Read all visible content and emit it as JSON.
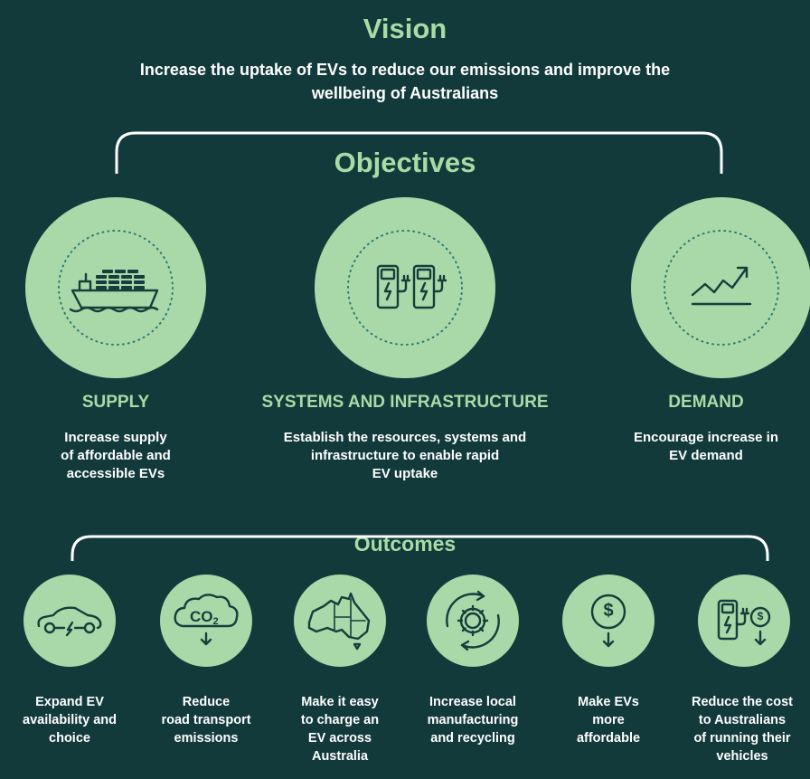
{
  "vision": {
    "title": "Vision",
    "text": "Increase the uptake of EVs to reduce our emissions and improve the wellbeing of Australians"
  },
  "objectives": {
    "title": "Objectives",
    "items": [
      {
        "heading": "SUPPLY",
        "icon": "cargo-ship-icon",
        "lines": [
          "Increase supply",
          "of affordable and",
          "accessible EVs"
        ]
      },
      {
        "heading": "SYSTEMS AND INFRASTRUCTURE",
        "icon": "charging-stations-icon",
        "lines": [
          "Establish the resources, systems and",
          "infrastructure to enable rapid",
          "EV uptake"
        ]
      },
      {
        "heading": "DEMAND",
        "icon": "trend-up-icon",
        "lines": [
          "Encourage increase in",
          "EV demand"
        ]
      }
    ]
  },
  "outcomes": {
    "title": "Outcomes",
    "items": [
      {
        "icon": "electric-car-icon",
        "lines": [
          "Expand EV",
          "availability and",
          "choice"
        ]
      },
      {
        "icon": "co2-cloud-icon",
        "co2_label": "CO",
        "co2_sub": "2",
        "lines": [
          "Reduce",
          "road transport",
          "emissions"
        ]
      },
      {
        "icon": "australia-map-icon",
        "lines": [
          "Make it easy",
          "to charge an",
          "EV across",
          "Australia"
        ]
      },
      {
        "icon": "gear-recycle-icon",
        "lines": [
          "Increase local",
          "manufacturing",
          "and recycling"
        ]
      },
      {
        "icon": "dollar-down-icon",
        "dollar": "$",
        "lines": [
          "Make EVs",
          "more",
          "affordable"
        ]
      },
      {
        "icon": "charger-cost-icon",
        "dollar": "$",
        "lines": [
          "Reduce the cost",
          "to Australians",
          "of running their",
          "vehicles"
        ]
      }
    ]
  },
  "colors": {
    "background": "#133a3a",
    "accent_green": "#a7dca6",
    "circle_fill": "#a9d9a8",
    "icon_stroke": "#173d3c"
  }
}
